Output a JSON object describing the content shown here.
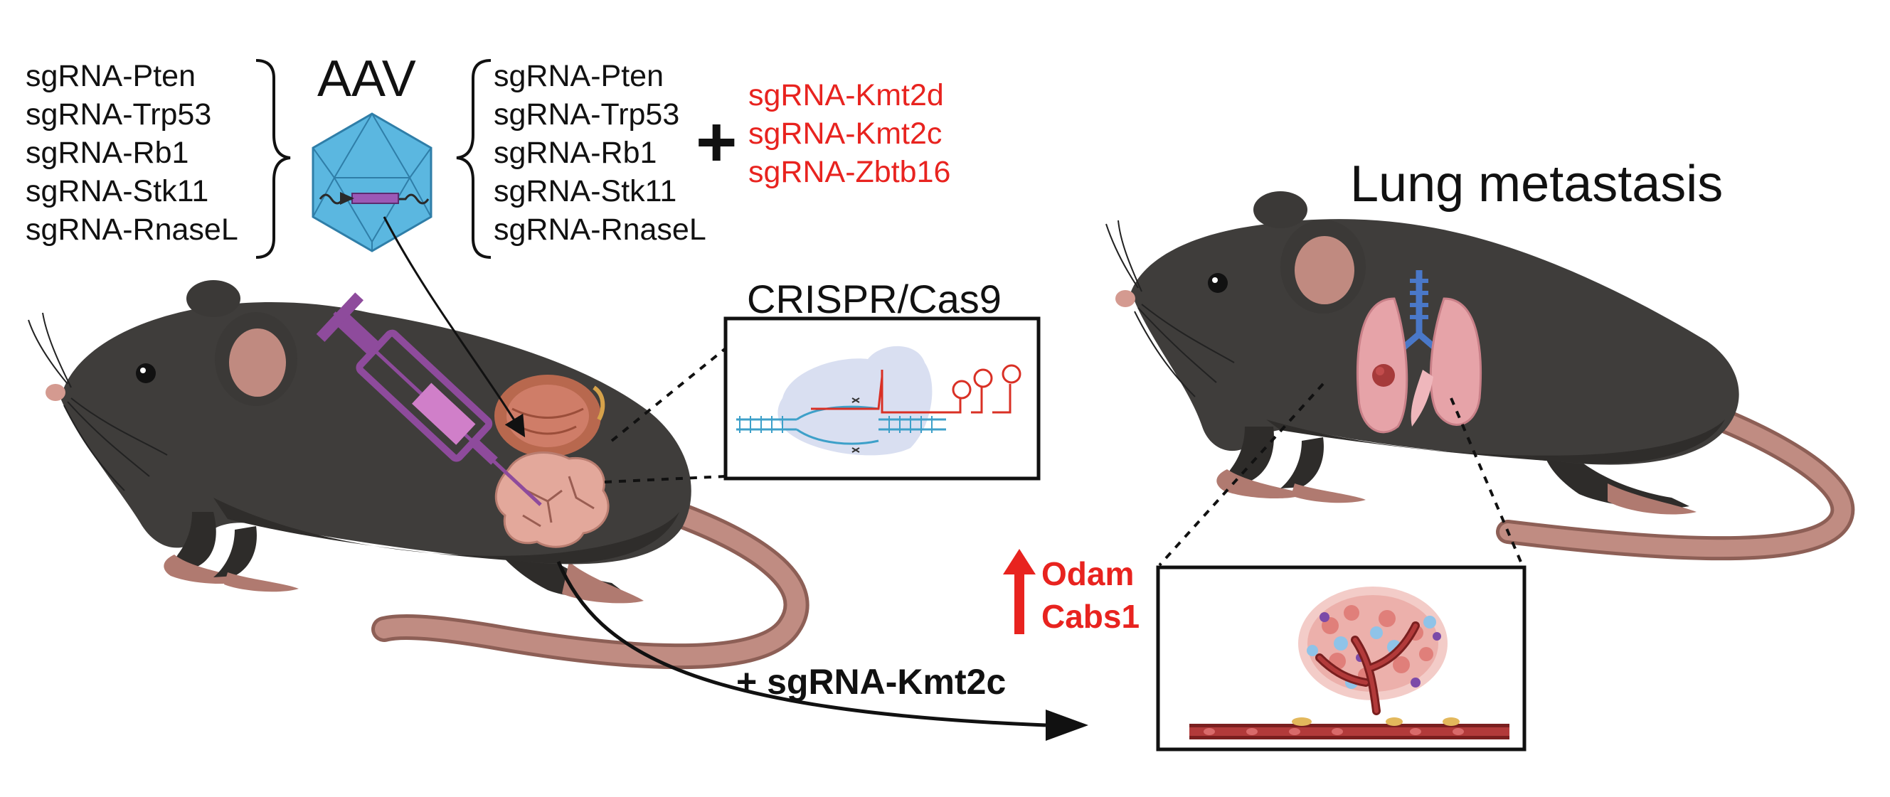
{
  "aav_label": "AAV",
  "sgrna_left": [
    "sgRNA-Pten",
    "sgRNA-Trp53",
    "sgRNA-Rb1",
    "sgRNA-Stk11",
    "sgRNA-RnaseL"
  ],
  "sgrna_right": [
    "sgRNA-Pten",
    "sgRNA-Trp53",
    "sgRNA-Rb1",
    "sgRNA-Stk11",
    "sgRNA-RnaseL"
  ],
  "plus_sign": "+",
  "sgrna_extra": [
    "sgRNA-Kmt2d",
    "sgRNA-Kmt2c",
    "sgRNA-Zbtb16"
  ],
  "crispr_label": "CRISPR/Cas9",
  "metastasis_label": "Lung metastasis",
  "upregulated_genes": [
    "Odam",
    "Cabs1"
  ],
  "transition_label": "+ sgRNA-Kmt2c",
  "colors": {
    "highlight_red": "#e8231f",
    "mouse_body": "#3f3d3b",
    "tail": "#b57e74",
    "aav_capsid": "#5bb7e0",
    "syringe": "#8e4b9c"
  }
}
